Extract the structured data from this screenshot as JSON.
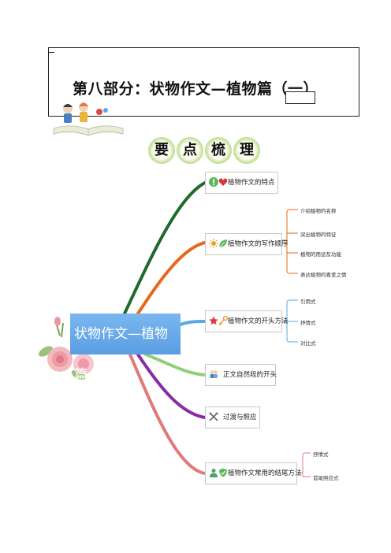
{
  "header": {
    "title": "第八部分：状物作文—植物篇（一）"
  },
  "section_title": {
    "chars": [
      "要",
      "点",
      "梳",
      "理"
    ]
  },
  "mindmap": {
    "center": "状物作文—植物篇",
    "branches": [
      {
        "label": "植物作文的特点",
        "color": "#1e6b2a",
        "icons": [
          "exclamation-icon",
          "heart-icon"
        ]
      },
      {
        "label": "植物作文的写作顺序",
        "color": "#e8671a",
        "icons": [
          "sun-icon",
          "leaf-icon"
        ],
        "children": [
          "介绍植物的名称",
          "突出植物的特征",
          "植物的用途及功能",
          "表达植物的喜爱之情"
        ]
      },
      {
        "label": "植物作文的开头方法",
        "color": "#5aa9e6",
        "icons": [
          "star-icon",
          "key-icon"
        ],
        "children": [
          "引用式",
          "抒情式",
          "对比式"
        ]
      },
      {
        "label": "正文自然段的开头",
        "color": "#8fcf7a",
        "icons": [
          "people-icon"
        ]
      },
      {
        "label": "过渡与照应",
        "color": "#8a2aa6",
        "icons": [
          "tools-icon"
        ]
      },
      {
        "label": "植物作文常用的结尾方法",
        "color": "#e07a7a",
        "icons": [
          "person-icon",
          "shield-icon"
        ],
        "children": [
          "抒情式",
          "首尾照应式"
        ]
      }
    ]
  }
}
